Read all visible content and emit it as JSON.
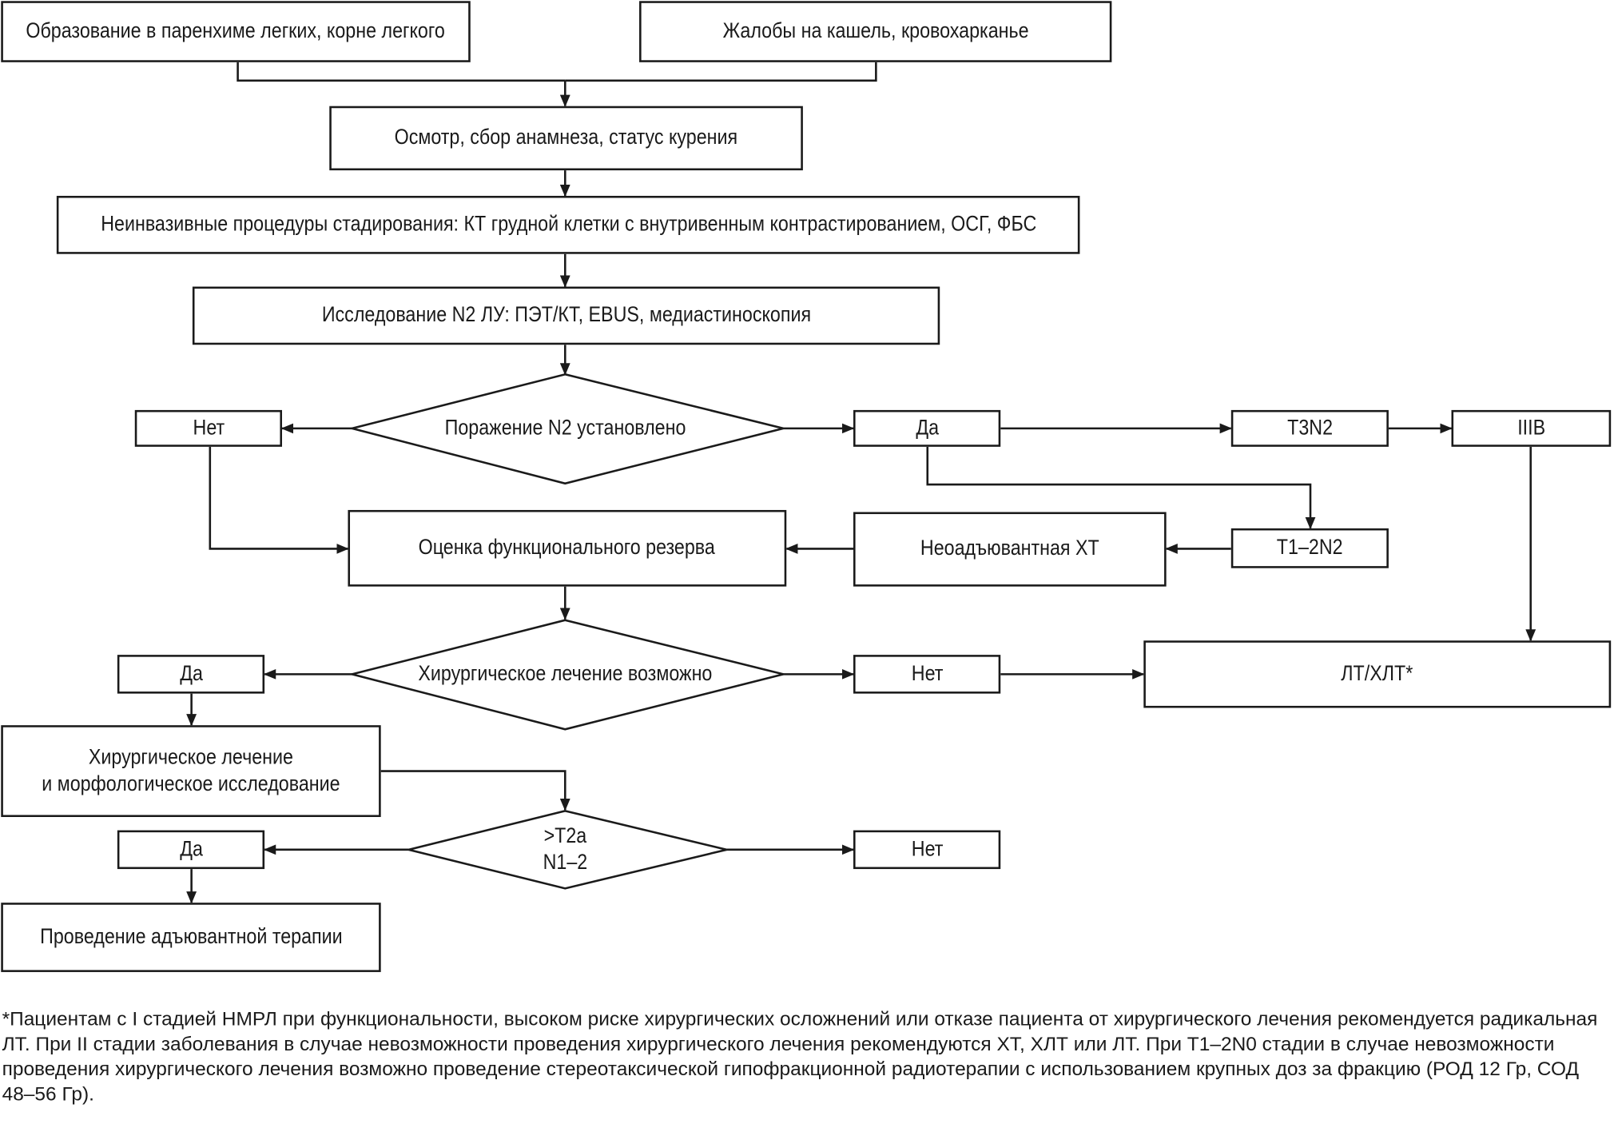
{
  "nodes": {
    "mass": "Образование в паренхиме легких, корне легкого",
    "complaints": "Жалобы на кашель, кровохарканье",
    "exam": "Осмотр, сбор анамнеза, статус курения",
    "noninvasive": "Неинвазивные процедуры стадирования: КТ грудной клетки с внутривенным контрастированием, ОСГ, ФБС",
    "n2_study": "Исследование N2 ЛУ: ПЭТ/КТ, EBUS, медиастиноскопия",
    "n2_decision": "Поражение N2 установлено",
    "no1": "Нет",
    "yes1": "Да",
    "t3n2": "T3N2",
    "iiib": "IIIB",
    "t12n2": "T1–2N2",
    "neoadj": "Неоадъювантная ХТ",
    "reserve": "Оценка функционального резерва",
    "surgery_decision": "Хирургическое лечение возможно",
    "yes2": "Да",
    "no2": "Нет",
    "rt": "ЛТ/ХЛТ*",
    "surgery": "Хирургическое лечение\nи морфологическое исследование",
    "stage_decision": ">T2a\nN1–2",
    "yes3": "Да",
    "no3": "Нет",
    "adjuvant": "Проведение адъювантной терапии"
  },
  "footnote": "*Пациентам с I стадией НМРЛ при функциональности, высоком риске хирургических осложнений или отказе пациента от хирургического лечения рекомендуется радикальная ЛТ. При II стадии заболевания в случае невозможности проведения хирургического лечения рекомендуются ХТ, ХЛТ или ЛТ. При T1–2N0 стадии в случае невозможности проведения хирургического лечения возможно проведение стереотаксической гипофракционной радиотерапии с использованием крупных доз за фракцию (РОД 12 Гр, СОД 48–56 Гр).",
  "colors": {
    "line": "#1a1a1a",
    "background": "#ffffff"
  }
}
